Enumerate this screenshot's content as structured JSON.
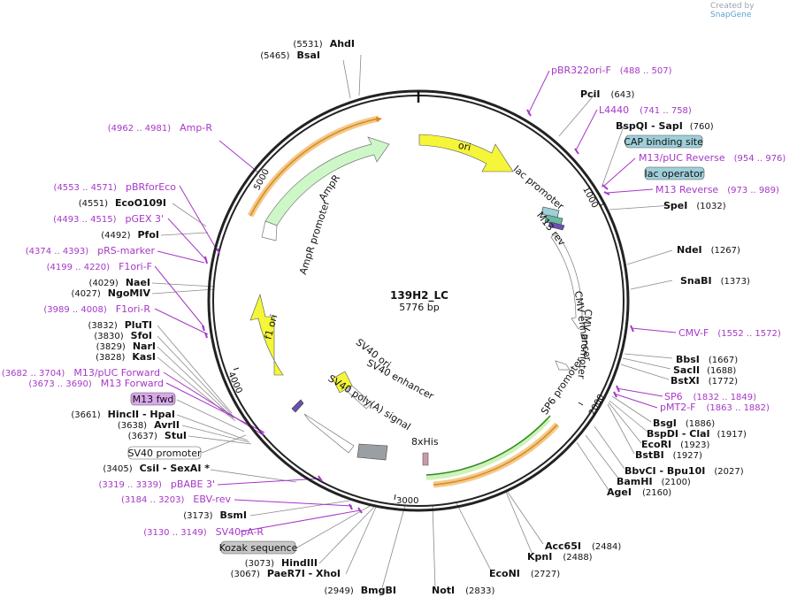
{
  "watermark": {
    "prefix": "Created by",
    "brand": "SnapGene"
  },
  "plasmid": {
    "name": "139H2_LC",
    "length": "5776 bp"
  },
  "ticks": [
    "1000",
    "2000",
    "3000",
    "4000",
    "5000"
  ],
  "features": {
    "ori": "ori",
    "ampr": "AmpR",
    "ampr_promoter": "AmpR promoter",
    "f1_ori": "f1 ori",
    "lac_promoter": "lac promoter",
    "m13_rev": "M13 rev",
    "cmv_enhancer": "CMV enhancer",
    "cmv_promoter": "CMV promoter",
    "sp6_promoter": "SP6 promoter",
    "his": "8xHis",
    "sv40_ori": "SV40 ori",
    "sv40_enhancer": "SV40 enhancer",
    "sv40_polya": "SV40 poly(A) signal"
  },
  "boxed_labels": {
    "cap": "CAP binding site",
    "lacop": "lac operator",
    "m13fwd": "M13 fwd",
    "sv40prom": "SV40 promoter",
    "kozak": "Kozak sequence"
  },
  "right_enzymes": [
    {
      "name": "PciI",
      "pos": "(643)"
    },
    {
      "name": "BspQI",
      "sep": " - ",
      "name2": "SapI",
      "pos": "(760)"
    },
    {
      "name": "SpeI",
      "pos": "(1032)"
    },
    {
      "name": "NdeI",
      "pos": "(1267)"
    },
    {
      "name": "SnaBI",
      "pos": "(1373)"
    },
    {
      "name": "BbsI",
      "pos": "(1667)"
    },
    {
      "name": "SacII",
      "pos": "(1688)"
    },
    {
      "name": "BstXI",
      "pos": "(1772)"
    },
    {
      "name": "BsgI",
      "pos": "(1886)"
    },
    {
      "name": "BspDI",
      "sep": " - ",
      "name2": "ClaI",
      "pos": "(1917)"
    },
    {
      "name": "EcoRI",
      "pos": "(1923)"
    },
    {
      "name": "BstBI",
      "pos": "(1927)"
    },
    {
      "name": "BbvCI",
      "sep": " - ",
      "name2": "Bpu10I",
      "pos": "(2027)"
    },
    {
      "name": "BamHI",
      "pos": "(2100)"
    },
    {
      "name": "AgeI",
      "pos": "(2160)"
    },
    {
      "name": "Acc65I",
      "pos": "(2484)"
    },
    {
      "name": "KpnI",
      "pos": "(2488)"
    },
    {
      "name": "EcoNI",
      "pos": "(2727)"
    },
    {
      "name": "NotI",
      "pos": "(2833)"
    }
  ],
  "left_enzymes": [
    {
      "pos": "(5531)",
      "name": "AhdI"
    },
    {
      "pos": "(5465)",
      "name": "BsaI"
    },
    {
      "pos": "(4551)",
      "name": "EcoO109I"
    },
    {
      "pos": "(4492)",
      "name": "PfoI"
    },
    {
      "pos": "(4029)",
      "name": "NaeI"
    },
    {
      "pos": "(4027)",
      "name": "NgoMIV"
    },
    {
      "pos": "(3832)",
      "name": "PluTI"
    },
    {
      "pos": "(3830)",
      "name": "SfoI"
    },
    {
      "pos": "(3829)",
      "name": "NarI"
    },
    {
      "pos": "(3828)",
      "name": "KasI"
    },
    {
      "pos": "(3661)",
      "name": "HincII",
      "sep": " - ",
      "name2": "HpaI"
    },
    {
      "pos": "(3638)",
      "name": "AvrII"
    },
    {
      "pos": "(3637)",
      "name": "StuI"
    },
    {
      "pos": "(3405)",
      "name": "CsiI",
      "sep": " - ",
      "name2": "SexAI *"
    },
    {
      "pos": "(3173)",
      "name": "BsmI"
    },
    {
      "pos": "(3073)",
      "name": "HindIII"
    },
    {
      "pos": "(3067)",
      "name": "PaeR7I",
      "sep": " - ",
      "name2": "XhoI"
    },
    {
      "pos": "(2949)",
      "name": "BmgBI"
    }
  ],
  "primers_right": [
    {
      "name": "pBR322ori-F",
      "pos": "(488 .. 507)"
    },
    {
      "name": "L4440",
      "pos": "(741 .. 758)"
    },
    {
      "name": "M13/pUC Reverse",
      "pos": "(954 .. 976)"
    },
    {
      "name": "M13 Reverse",
      "pos": "(973 .. 989)"
    },
    {
      "name": "CMV-F",
      "pos": "(1552 .. 1572)"
    },
    {
      "name": "SP6",
      "pos": "(1832 .. 1849)"
    },
    {
      "name": "pMT2-F",
      "pos": "(1863 .. 1882)"
    }
  ],
  "primers_left": [
    {
      "pos": "(4962 .. 4981)",
      "name": "Amp-R"
    },
    {
      "pos": "(4553 .. 4571)",
      "name": "pBRforEco"
    },
    {
      "pos": "(4493 .. 4515)",
      "name": "pGEX 3'"
    },
    {
      "pos": "(4374 .. 4393)",
      "name": "pRS-marker"
    },
    {
      "pos": "(4199 .. 4220)",
      "name": "F1ori-F"
    },
    {
      "pos": "(3989 .. 4008)",
      "name": "F1ori-R"
    },
    {
      "pos": "(3682 .. 3704)",
      "name": "M13/pUC Forward"
    },
    {
      "pos": "(3673 .. 3690)",
      "name": "M13 Forward"
    },
    {
      "pos": "(3319 .. 3339)",
      "name": "pBABE 3'"
    },
    {
      "pos": "(3184 .. 3203)",
      "name": "EBV-rev"
    },
    {
      "pos": "(3130 .. 3149)",
      "name": "SV40pA-R"
    }
  ],
  "colors": {
    "ori": "#f5f53a",
    "ampr": "#cdf7c7",
    "primer": "#a637c7",
    "backbone": "#222222",
    "boxed_blue": "#9ecfda",
    "boxed_purple": "#d9a8ea",
    "boxed_grey": "#c6c6c6"
  }
}
